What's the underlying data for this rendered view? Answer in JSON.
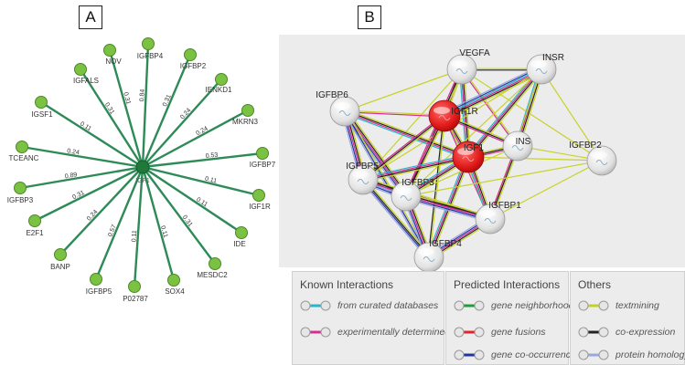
{
  "panel_a": {
    "label": "A",
    "hub_label": "IGF1",
    "line_color": "#2e8b57",
    "node_color": "#7cc242",
    "nodes": [
      {
        "name": "NOV",
        "score": "0.31"
      },
      {
        "name": "IGFBP4",
        "score": "0.84"
      },
      {
        "name": "IGFBP2",
        "score": "0.31"
      },
      {
        "name": "IENKD1",
        "score": "0.24"
      },
      {
        "name": "MKRN3",
        "score": "0.24"
      },
      {
        "name": "IGFBP7",
        "score": "0.53"
      },
      {
        "name": "IGF1R",
        "score": "0.11"
      },
      {
        "name": "IDE",
        "score": "0.11"
      },
      {
        "name": "MESDC2",
        "score": "0.31"
      },
      {
        "name": "SOX4",
        "score": "0.11"
      },
      {
        "name": "P02787",
        "score": "0.11"
      },
      {
        "name": "IGFBP5",
        "score": "0.57"
      },
      {
        "name": "BANP",
        "score": "0.24"
      },
      {
        "name": "E2F1",
        "score": "0.31"
      },
      {
        "name": "IGFBP3",
        "score": "0.89"
      },
      {
        "name": "TCEANC",
        "score": "0.24"
      },
      {
        "name": "IGSF1",
        "score": "0.11"
      },
      {
        "name": "IGFALS",
        "score": "0.31"
      }
    ]
  },
  "panel_b": {
    "label": "B",
    "nodes": [
      {
        "name": "VEGFA",
        "color": "white"
      },
      {
        "name": "INSR",
        "color": "white"
      },
      {
        "name": "IGFBP6",
        "color": "white"
      },
      {
        "name": "IGF1R",
        "color": "red"
      },
      {
        "name": "INS",
        "color": "white"
      },
      {
        "name": "IGF1",
        "color": "red"
      },
      {
        "name": "IGFBP2",
        "color": "white"
      },
      {
        "name": "IGFBP5",
        "color": "white"
      },
      {
        "name": "IGFBP3",
        "color": "white"
      },
      {
        "name": "IGFBP1",
        "color": "white"
      },
      {
        "name": "IGFBP4",
        "color": "white"
      }
    ],
    "legend": {
      "known": {
        "title": "Known Interactions",
        "items": [
          {
            "label": "from curated databases",
            "color": "#29b6c9"
          },
          {
            "label": "experimentally determined",
            "color": "#d62e91"
          }
        ]
      },
      "predicted": {
        "title": "Predicted Interactions",
        "items": [
          {
            "label": "gene neighborhood",
            "color": "#1f9e3a"
          },
          {
            "label": "gene fusions",
            "color": "#e3242b"
          },
          {
            "label": "gene co-occurrence",
            "color": "#2236a3"
          }
        ]
      },
      "others": {
        "title": "Others",
        "items": [
          {
            "label": "textmining",
            "color": "#c5d12a"
          },
          {
            "label": "co-expression",
            "color": "#222222"
          },
          {
            "label": "protein homology",
            "color": "#9aa7e0"
          }
        ]
      }
    }
  }
}
